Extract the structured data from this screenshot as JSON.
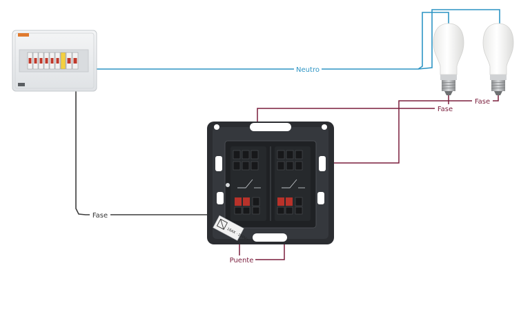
{
  "labels": {
    "neutro": "Neutro",
    "fase_left": "Fase",
    "fase_lamp1": "Fase",
    "fase_lamp2": "Fase",
    "puente": "Puente"
  },
  "switch_marking": "16AX · 250V~",
  "colors": {
    "neutral_wire": "#2c94c4",
    "phase_wire": "#7a1d3c",
    "feed_wire": "#3a3a3a",
    "label_neutral": "#2c94c4",
    "label_phase": "#7a1d3c",
    "label_feed": "#333333",
    "panel_body": "#eef0f2",
    "breaker_red": "#c0392b",
    "switch_frame": "#2b2d31",
    "terminal_red": "#b8322a",
    "bulb_glass": "#f7f7f5",
    "bulb_base": "#b5b7b9"
  },
  "icons": {
    "distribution_panel": "breaker-panel-icon",
    "bulb": "led-bulb-icon",
    "switch": "double-switch-mechanism-icon"
  }
}
